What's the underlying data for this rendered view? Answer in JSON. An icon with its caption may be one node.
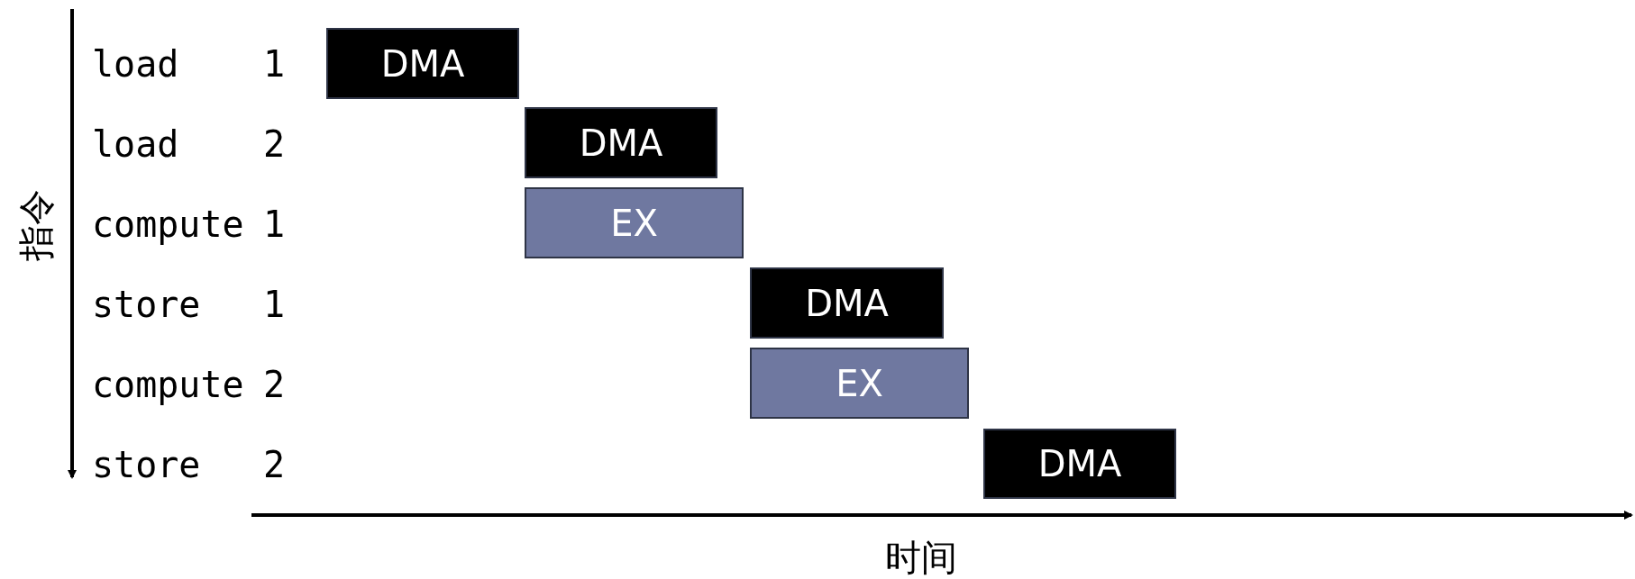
{
  "diagram": {
    "nodes": [
      {
        "text": [
          "DMA"
        ]
      },
      {
        "text": [
          "DMA"
        ]
      },
      {
        "text": [
          "EX"
        ]
      },
      {
        "text": [
          "DMA"
        ]
      },
      {
        "text": [
          "EX"
        ]
      },
      {
        "text": [
          "DMA"
        ]
      }
    ],
    "labels": [
      "指令",
      "load",
      "1",
      "load",
      "2",
      "compute",
      "1",
      "store",
      "1",
      "compute",
      "2",
      "store",
      "2",
      "时间"
    ]
  }
}
